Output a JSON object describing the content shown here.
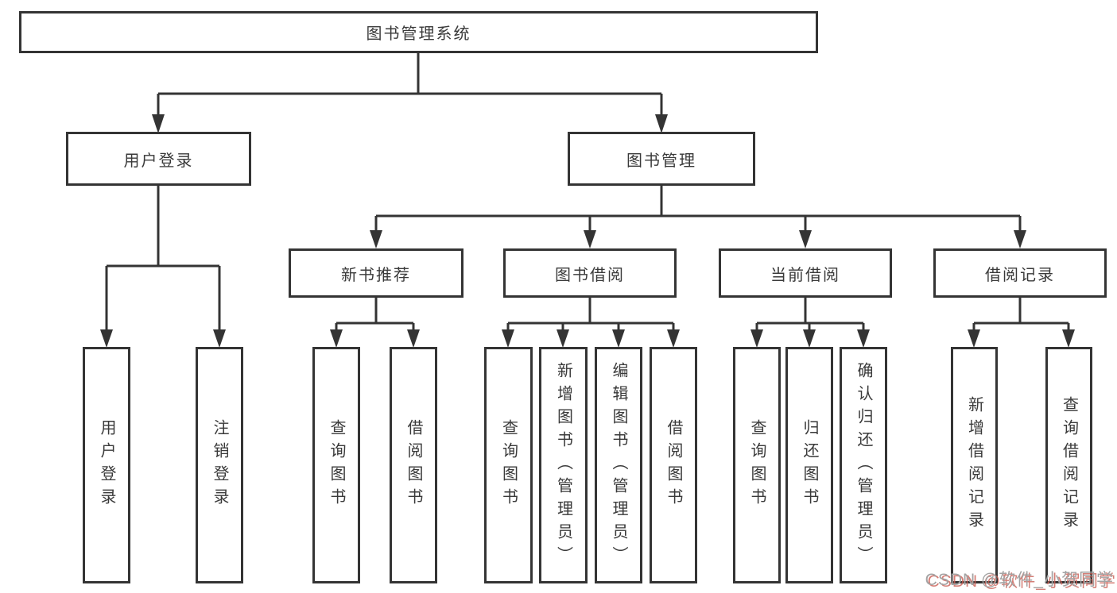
{
  "diagram": {
    "title": "图书管理系统",
    "root": "图书管理系统",
    "level2": [
      "用户登录",
      "图书管理"
    ],
    "level3": [
      "新书推荐",
      "图书借阅",
      "当前借阅",
      "借阅记录"
    ],
    "leaves": [
      "用户登录",
      "注销登录",
      "查询图书",
      "借阅图书",
      "查询图书",
      "新增图书（管理员）",
      "编辑图书（管理员）",
      "借阅图书",
      "查询图书",
      "归还图书",
      "确认归还（管理员）",
      "新增借阅记录",
      "查询借阅记录"
    ],
    "colors": {
      "line": "#343434",
      "box_border": "#343434",
      "text": "#3a3a3a",
      "background": "#ffffff",
      "watermark_text": "#a3a3a3",
      "watermark_shadow": "#cb5e54"
    }
  },
  "watermark": {
    "text": "CSDN @软件_小贺同学"
  }
}
